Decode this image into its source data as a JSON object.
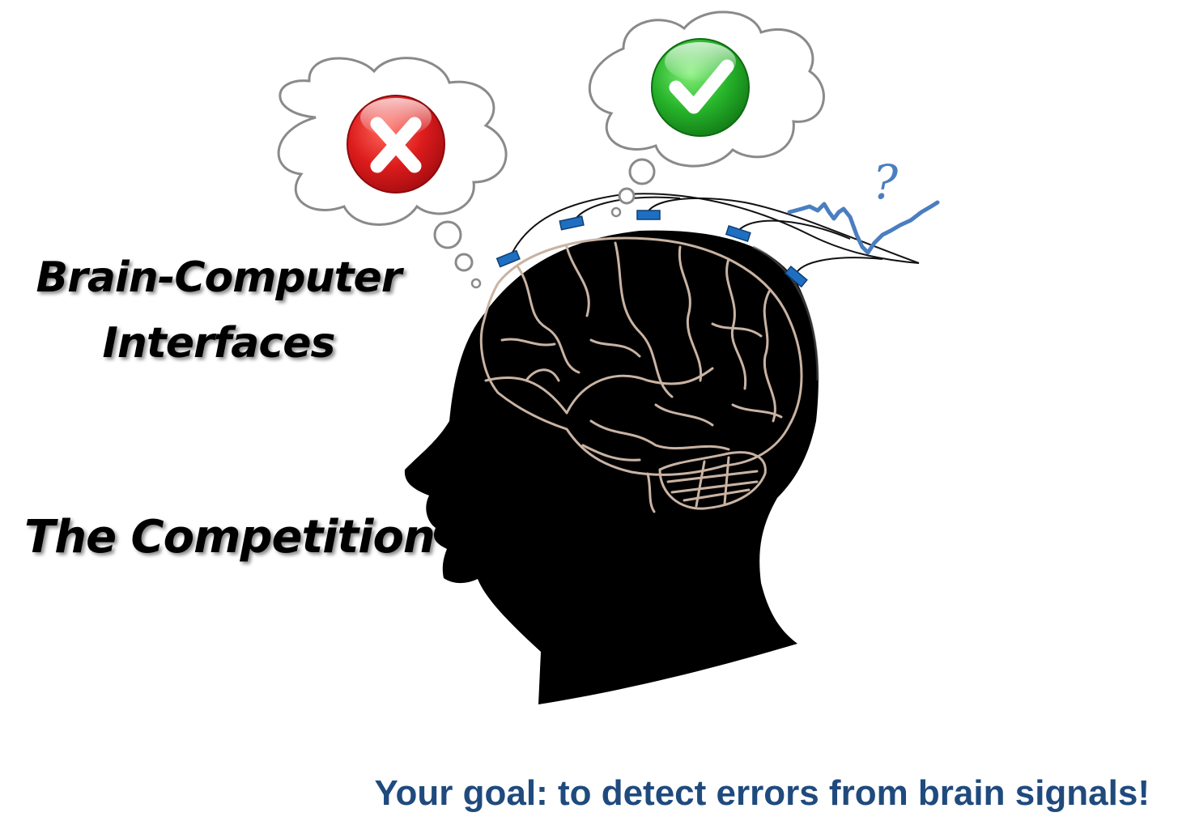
{
  "title": {
    "line1": "Brain-Computer",
    "line2": "Interfaces",
    "subtitle": "The Competition"
  },
  "goal_text": "Your goal: to detect errors from brain signals!",
  "signal_question_mark": "?",
  "colors": {
    "goal_text": "#1f4a7d",
    "head": "#000000",
    "brain_lines": "#c9b3a3",
    "electrode": "#1e6fc2",
    "signal": "#4a7ec0",
    "error_badge": "#d8141b",
    "correct_badge": "#22b12b",
    "cloud_outline": "#8a8a8a"
  },
  "icons": {
    "error_thought": "x-mark-icon",
    "correct_thought": "check-mark-icon"
  }
}
